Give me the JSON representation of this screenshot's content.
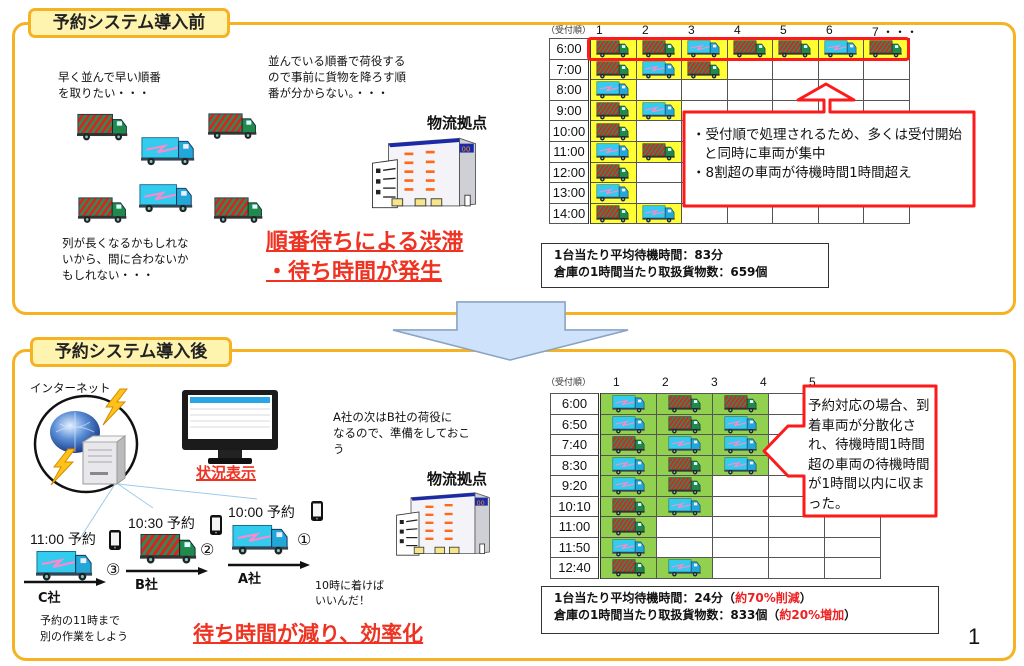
{
  "colors": {
    "panel_border": "#f5b323",
    "tab_fill": "#fff3b0",
    "before_cell": "#ffff33",
    "after_cell": "#92d050",
    "callout_border": "#ff1a1a",
    "headline": "#ee3322",
    "arrow_fill": "#cfe2fb"
  },
  "before": {
    "title": "予約システム導入前",
    "note_top_left": "早く並んで早い順番\nを取りたい・・・",
    "note_top_right": "並んでいる順番で荷役する\nので事前に貨物を降ろす順\n番が分からない。・・・",
    "note_bottom_left": "列が長くなるかもしれな\nいから、間に合わないか\nもしれない・・・",
    "facility_label": "物流拠点",
    "headline": "順番待ちによる渋滞\n・待ち時間が発生",
    "table": {
      "order_label": "（受付順）",
      "columns": [
        "1",
        "2",
        "3",
        "4",
        "5",
        "6",
        "7 ・・・"
      ],
      "rows": [
        {
          "time": "6:00",
          "trucks": [
            "green",
            "green",
            "blue",
            "green",
            "green",
            "blue",
            "green"
          ]
        },
        {
          "time": "7:00",
          "trucks": [
            "green",
            "blue",
            "green"
          ]
        },
        {
          "time": "8:00",
          "trucks": [
            "blue"
          ]
        },
        {
          "time": "9:00",
          "trucks": [
            "green",
            "blue"
          ]
        },
        {
          "time": "10:00",
          "trucks": [
            "green"
          ]
        },
        {
          "time": "11:00",
          "trucks": [
            "blue",
            "green"
          ]
        },
        {
          "time": "12:00",
          "trucks": [
            "green"
          ]
        },
        {
          "time": "13:00",
          "trucks": [
            "blue"
          ]
        },
        {
          "time": "14:00",
          "trucks": [
            "green",
            "blue"
          ]
        }
      ]
    },
    "callout": {
      "bullets": [
        "受付順で処理されるため、多くは受付開始と同時に車両が集中",
        "8割超の車両が待機時間1時間超え"
      ]
    },
    "stats": {
      "line1": "1台当たり平均待機時間：83分",
      "line2": "倉庫の1時間当たり取扱貨物数：659個"
    }
  },
  "after": {
    "title": "予約システム導入後",
    "internet_label": "インターネット",
    "status_display_label": "状況表示",
    "note_right": "A社の次はB社の荷役に\nなるので、準備をしておこ\nう",
    "facility_label": "物流拠点",
    "reservations": [
      {
        "time_label": "10:00 予約",
        "order": "①",
        "company": "A社",
        "truck": "blue"
      },
      {
        "time_label": "10:30 予約",
        "order": "②",
        "company": "B社",
        "truck": "green"
      },
      {
        "time_label": "11:00 予約",
        "order": "③",
        "company": "C社",
        "truck": "blue"
      }
    ],
    "note_a": "10時に着けば\nいいんだ！",
    "note_c": "予約の11時まで\n別の作業をしよう",
    "headline": "待ち時間が減り、効率化",
    "table": {
      "order_label": "（受付順）",
      "columns": [
        "1",
        "2",
        "3",
        "4",
        "5"
      ],
      "rows": [
        {
          "time": "6:00",
          "trucks": [
            "blue",
            "green",
            "green"
          ]
        },
        {
          "time": "6:50",
          "trucks": [
            "blue",
            "green",
            "blue"
          ]
        },
        {
          "time": "7:40",
          "trucks": [
            "green",
            "blue",
            "blue"
          ]
        },
        {
          "time": "8:30",
          "trucks": [
            "blue",
            "green",
            "blue"
          ]
        },
        {
          "time": "9:20",
          "trucks": [
            "blue",
            "green"
          ]
        },
        {
          "time": "10:10",
          "trucks": [
            "green",
            "blue"
          ]
        },
        {
          "time": "11:00",
          "trucks": [
            "green"
          ]
        },
        {
          "time": "11:50",
          "trucks": [
            "blue"
          ]
        },
        {
          "time": "12:40",
          "trucks": [
            "green",
            "blue"
          ]
        }
      ]
    },
    "callout": {
      "text": "予約対応の場合、到着車両が分散化され、待機時間1時間超の車両の待機時間が1時間以内に収まった。"
    },
    "stats": {
      "line1_prefix": "1台当たり平均待機時間：24分（",
      "line1_highlight": "約70%削減",
      "line1_suffix": "）",
      "line2_prefix": "倉庫の1時間当たり取扱貨物数：833個（",
      "line2_highlight": "約20%増加",
      "line2_suffix": "）"
    }
  },
  "page_number": "1"
}
